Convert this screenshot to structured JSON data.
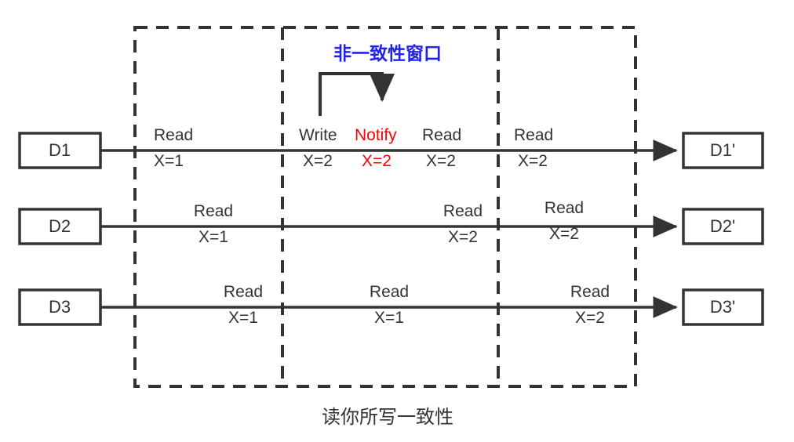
{
  "diagram": {
    "caption": "读你所写一致性",
    "window_title": "非一致性窗口",
    "colors": {
      "stroke": "#333333",
      "highlight": "#ff0000",
      "window_title": "#2323e8",
      "background": "#ffffff"
    }
  },
  "start_nodes": [
    {
      "label": "D1"
    },
    {
      "label": "D2"
    },
    {
      "label": "D3"
    }
  ],
  "end_nodes": [
    {
      "label": "D1'"
    },
    {
      "label": "D2'"
    },
    {
      "label": "D3'"
    }
  ],
  "timelines": [
    {
      "name": "D1",
      "events": [
        {
          "op": "Read",
          "value": "X=1",
          "highlight": false
        },
        {
          "op": "Write",
          "value": "X=2",
          "highlight": false
        },
        {
          "op": "Notify",
          "value": "X=2",
          "highlight": true
        },
        {
          "op": "Read",
          "value": "X=2",
          "highlight": false
        },
        {
          "op": "Read",
          "value": "X=2",
          "highlight": false
        }
      ]
    },
    {
      "name": "D2",
      "events": [
        {
          "op": "Read",
          "value": "X=1",
          "highlight": false
        },
        {
          "op": "Read",
          "value": "X=2",
          "highlight": false
        },
        {
          "op": "Read",
          "value": "X=2",
          "highlight": false
        }
      ]
    },
    {
      "name": "D3",
      "events": [
        {
          "op": "Read",
          "value": "X=1",
          "highlight": false
        },
        {
          "op": "Read",
          "value": "X=1",
          "highlight": false
        },
        {
          "op": "Read",
          "value": "X=2",
          "highlight": false
        }
      ]
    }
  ],
  "labels": {
    "d1_e1_op": "Read",
    "d1_e1_val": "X=1",
    "d1_e2_op": "Write",
    "d1_e2_val": "X=2",
    "d1_e3_op": "Notify",
    "d1_e3_val": "X=2",
    "d1_e4_op": "Read",
    "d1_e4_val": "X=2",
    "d1_e5_op": "Read",
    "d1_e5_val": "X=2",
    "d2_e1_op": "Read",
    "d2_e1_val": "X=1",
    "d2_e2_op": "Read",
    "d2_e2_val": "X=2",
    "d2_e3_op": "Read",
    "d2_e3_val": "X=2",
    "d3_e1_op": "Read",
    "d3_e1_val": "X=1",
    "d3_e2_op": "Read",
    "d3_e2_val": "X=1",
    "d3_e3_op": "Read",
    "d3_e3_val": "X=2"
  }
}
